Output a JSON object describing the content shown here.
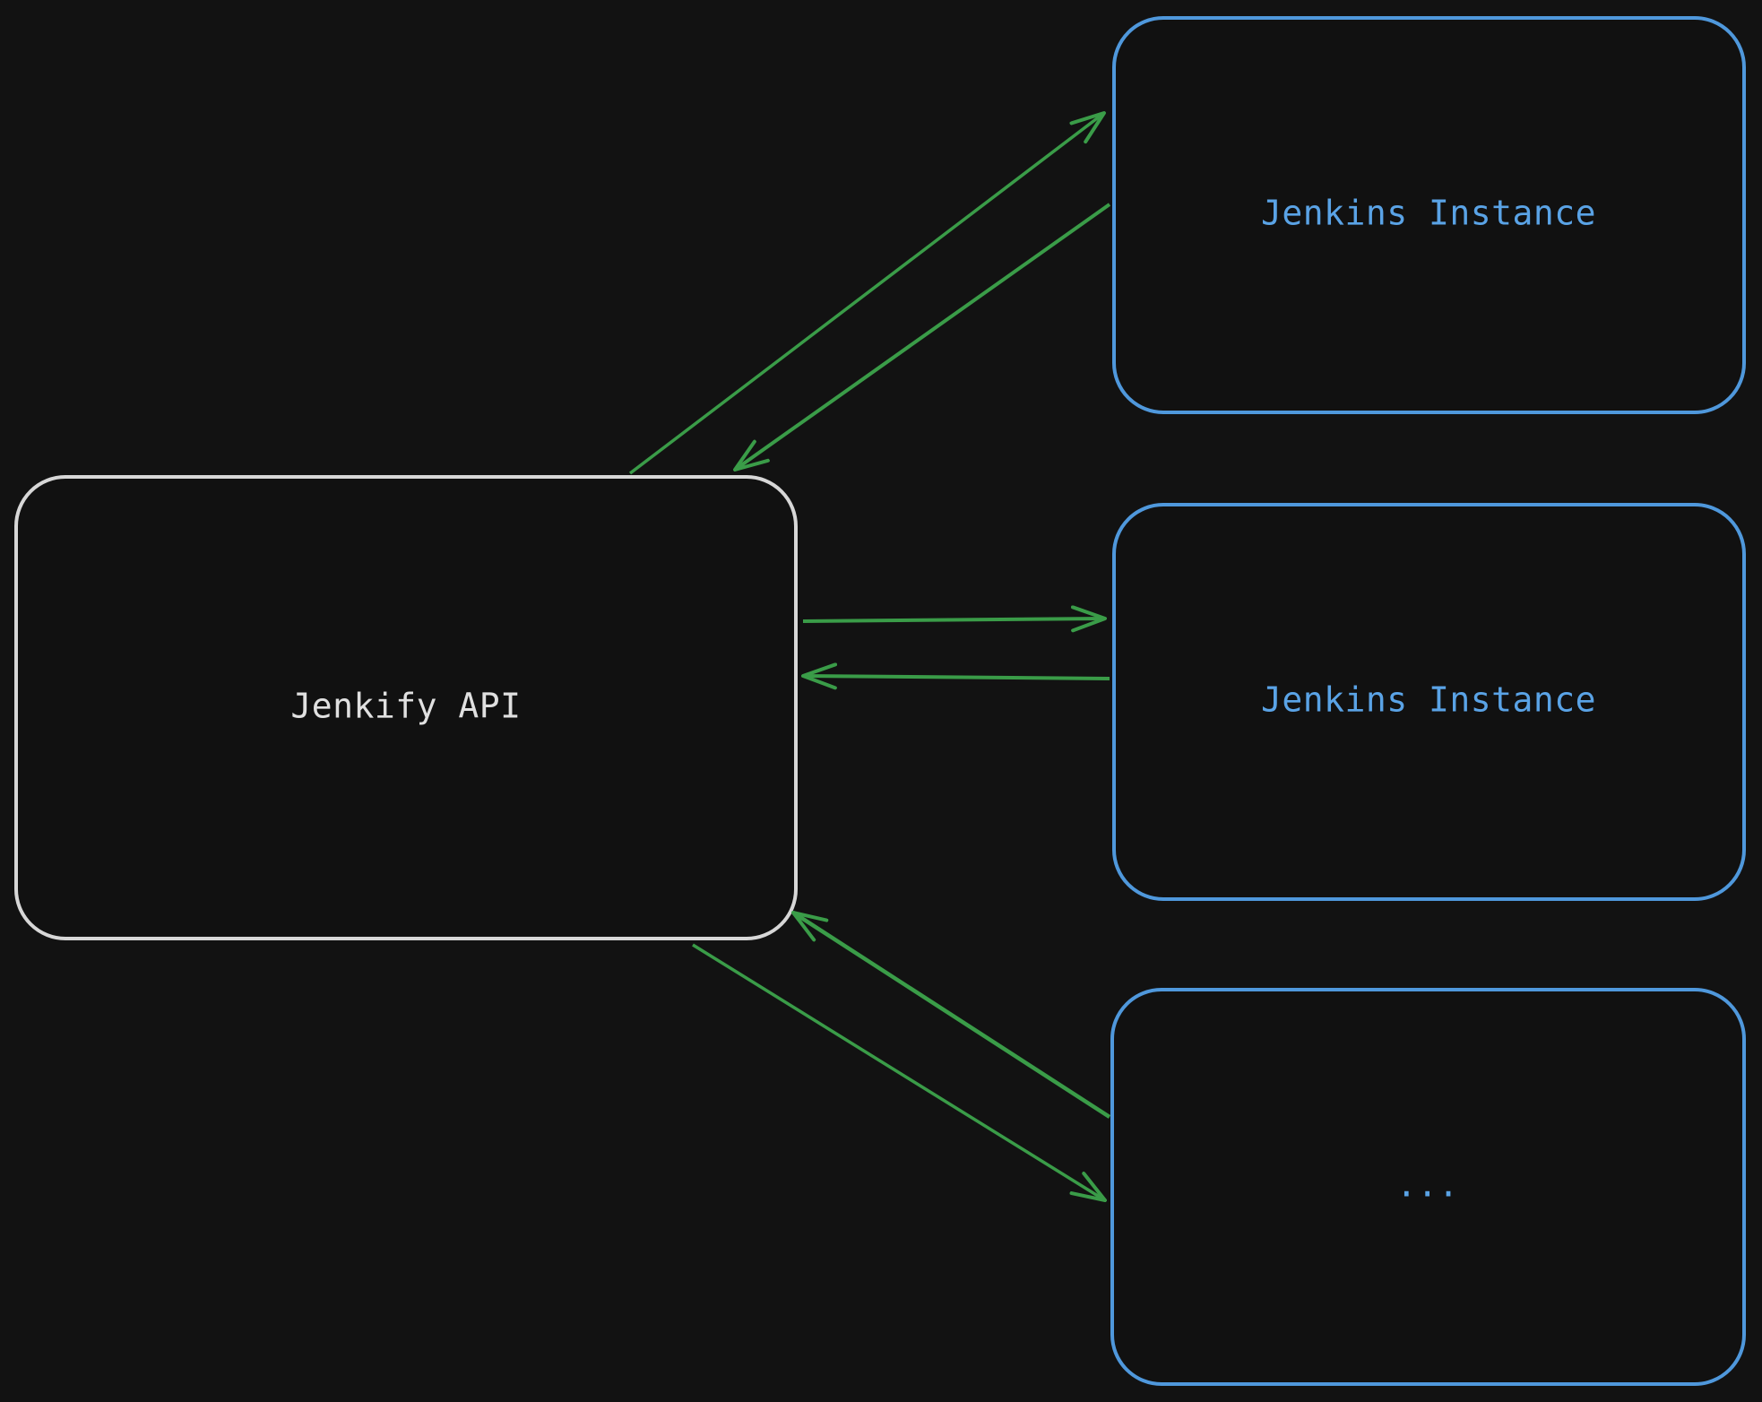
{
  "colors": {
    "background": "#121212",
    "api_stroke": "#d7d7d7",
    "api_text": "#e0e0e0",
    "instance_stroke": "#4f98dc",
    "instance_text": "#5aa3e6",
    "arrow": "#3a9c48"
  },
  "api": {
    "label": "Jenkify API"
  },
  "instances": [
    {
      "label": "Jenkins Instance"
    },
    {
      "label": "Jenkins Instance"
    },
    {
      "label": "..."
    }
  ]
}
